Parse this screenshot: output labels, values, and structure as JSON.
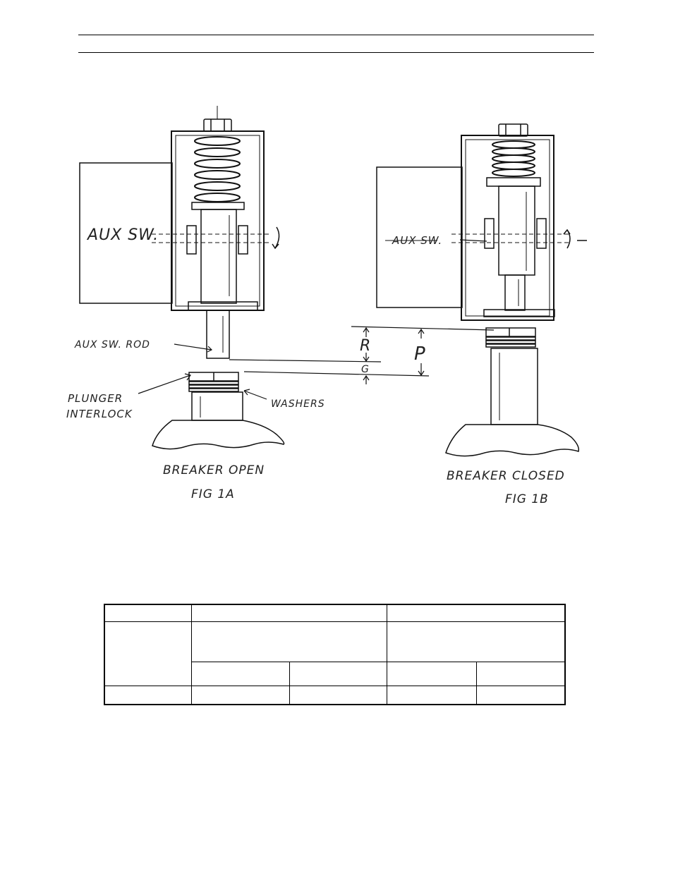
{
  "figure": {
    "labels": {
      "aux_sw_1a": "AUX SW.",
      "aux_sw_1b": "AUX SW.",
      "aux_sw_rod": "AUX SW. ROD",
      "plunger_interlock_line1": "PLUNGER",
      "plunger_interlock_line2": "INTERLOCK",
      "washers": "WASHERS",
      "dim_r": "R",
      "dim_g": "G",
      "dim_p": "P",
      "caption_1a_line1": "BREAKER OPEN",
      "caption_1a_line2": "FIG 1A",
      "caption_1b_line1": "BREAKER CLOSED",
      "caption_1b_line2": "FIG 1B"
    }
  },
  "table": {
    "header_row": [
      "",
      "",
      ""
    ],
    "group_row": [
      "",
      "",
      ""
    ],
    "sub_row": [
      "",
      "",
      "",
      ""
    ],
    "data_row": [
      "",
      "",
      "",
      "",
      ""
    ]
  }
}
